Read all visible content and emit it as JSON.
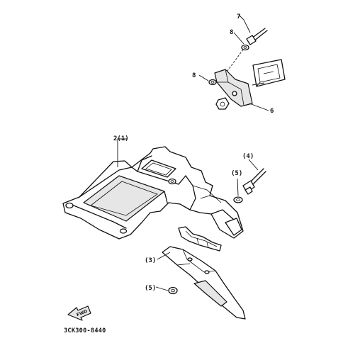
{
  "diagram": {
    "callouts": {
      "part_7": "7",
      "part_8_upper": "8",
      "part_8_lower": "8",
      "part_6": "6",
      "part_2": "2(1)",
      "part_4": "(4)",
      "part_5_upper": "(5)",
      "part_3": "(3)",
      "part_5_lower": "(5)"
    },
    "fwd_label": "FWD",
    "drawing_code": "3CK300-8440"
  }
}
